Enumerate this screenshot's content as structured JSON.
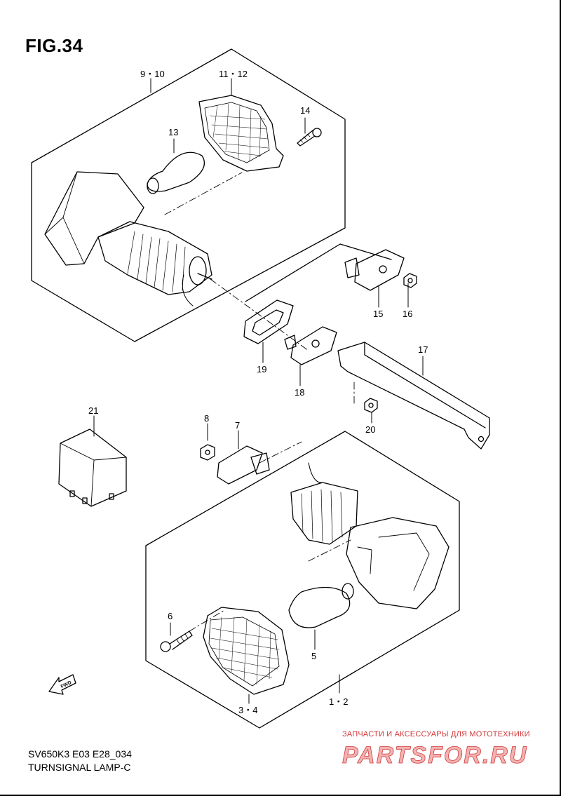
{
  "figure_title": "FIG.34",
  "callouts": {
    "c_9_10": "9・10",
    "c_11_12": "11・12",
    "c_14": "14",
    "c_13": "13",
    "c_15": "15",
    "c_16": "16",
    "c_17": "17",
    "c_19": "19",
    "c_18": "18",
    "c_20": "20",
    "c_21": "21",
    "c_8": "8",
    "c_7": "7",
    "c_6": "6",
    "c_5": "5",
    "c_3_4": "3・4",
    "c_1_2": "1・2"
  },
  "fwd_label": "FWD",
  "footer": {
    "model": "SV650K3 E03 E28_034",
    "name": "TURNSIGNAL LAMP-C"
  },
  "watermark": {
    "text": "ЗАПЧАСТИ И АКСЕССУАРЫ ДЛЯ МОТОТЕХНИКИ",
    "logo": "PARTSFOR.RU",
    "color": "#d23a3a"
  }
}
